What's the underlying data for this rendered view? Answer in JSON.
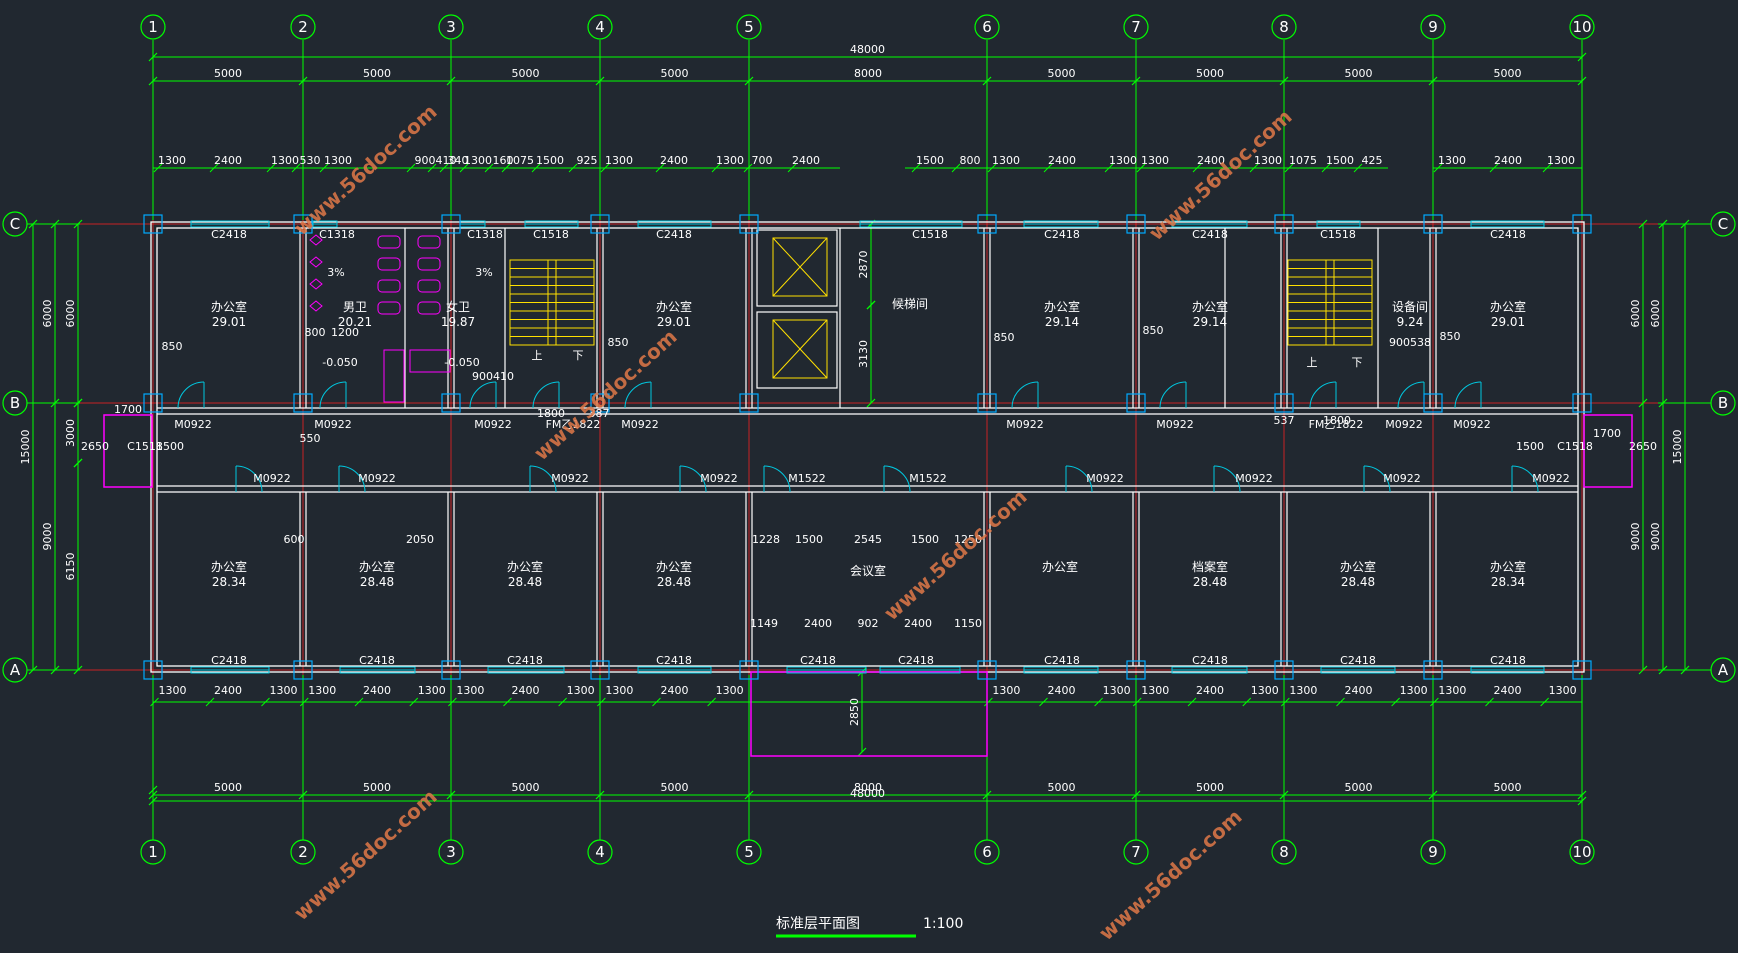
{
  "axes_cols": [
    {
      "label": "1"
    },
    {
      "label": "2"
    },
    {
      "label": "3"
    },
    {
      "label": "4"
    },
    {
      "label": "5"
    },
    {
      "label": "6"
    },
    {
      "label": "7"
    },
    {
      "label": "8"
    },
    {
      "label": "9"
    },
    {
      "label": "10"
    }
  ],
  "axes_rows": [
    {
      "label": "C"
    },
    {
      "label": "B"
    },
    {
      "label": "A"
    }
  ],
  "total_dim_top": "48000",
  "total_dim_bottom": "48000",
  "bays_top": [
    "5000",
    "5000",
    "5000",
    "5000",
    "8000",
    "5000",
    "5000",
    "5000",
    "5000"
  ],
  "bays_bottom": [
    "5000",
    "5000",
    "5000",
    "5000",
    "8000",
    "5000",
    "5000",
    "5000",
    "5000"
  ],
  "top_detail_dims": [
    "1300",
    "2400",
    "1300",
    "530",
    "1300",
    "900",
    "410",
    "340",
    "1300",
    "160",
    "1075",
    "1500",
    "925",
    "1300",
    "2400",
    "1300",
    "700",
    "2400",
    "1500",
    "800",
    "1300",
    "2400",
    "1300",
    "1300",
    "2400",
    "1300",
    "1075",
    "1500",
    "425",
    "1300",
    "2400",
    "1300"
  ],
  "bottom_detail_dims": [
    "1300",
    "2400",
    "1300",
    "1300",
    "2400",
    "1300",
    "1300",
    "2400",
    "1300",
    "1300",
    "2400",
    "1300",
    "1300",
    "2400",
    "1300",
    "1300",
    "2400",
    "1300",
    "1300",
    "2400",
    "1300",
    "1300",
    "2400",
    "1300"
  ],
  "vertical_dims": {
    "left_outer": "15000",
    "left_upper": "6000",
    "left_lower": "9000",
    "left_inner_upper": "6000",
    "left_mid": "3000",
    "left_inner_lower": "6150",
    "right_outer": "15000",
    "right_upper": "6000",
    "right_lower": "9000",
    "right_inner_upper": "6000",
    "right_inner_lower": "9000",
    "stair_top": "2870",
    "stair_bottom": "3130",
    "porch": "2850"
  },
  "rooms": [
    {
      "name": "办公室",
      "area": "29.01"
    },
    {
      "name": "男卫",
      "area": "20.21"
    },
    {
      "name": "女卫",
      "area": "19.87"
    },
    {
      "name": "办公室",
      "area": "29.01"
    },
    {
      "name": "候梯间",
      "area": ""
    },
    {
      "name": "办公室",
      "area": "29.14"
    },
    {
      "name": "办公室",
      "area": "29.14"
    },
    {
      "name": "设备间",
      "area": "9.24"
    },
    {
      "name": "办公室",
      "area": "29.01"
    },
    {
      "name": "办公室",
      "area": "28.34"
    },
    {
      "name": "办公室",
      "area": "28.48"
    },
    {
      "name": "办公室",
      "area": "28.48"
    },
    {
      "name": "办公室",
      "area": "28.48"
    },
    {
      "name": "会议室",
      "area": ""
    },
    {
      "name": "办公室",
      "area": ""
    },
    {
      "name": "档案室",
      "area": "28.48"
    },
    {
      "name": "办公室",
      "area": "28.48"
    },
    {
      "name": "办公室",
      "area": "28.34"
    }
  ],
  "window_labels_top": [
    "C2418",
    "C1318",
    "C1318",
    "C1518",
    "C2418",
    "C1518",
    "C2418",
    "C2418",
    "C1518",
    "C2418"
  ],
  "window_labels_bottom": [
    "C2418",
    "C2418",
    "C2418",
    "C2418",
    "C2418",
    "C2418",
    "C2418",
    "C2418",
    "C2418",
    "C2418"
  ],
  "door_labels_upper": [
    "M0922",
    "M0922",
    "M0922",
    "FM乙1822",
    "M0922",
    "M0922",
    "M0922",
    "FM乙1822",
    "M0922",
    "M0922"
  ],
  "door_labels_lower": [
    "M0922",
    "M0922",
    "M0922",
    "M0922",
    "M1522",
    "M1522",
    "M0922",
    "M0922",
    "M0922",
    "M0922"
  ],
  "misc_labels": {
    "slope1": "3%",
    "slope2": "3%",
    "elev1": "-0.050",
    "elev2": "-0.050",
    "stair_up1": "上",
    "stair_down1": "下",
    "stair_up2": "上",
    "stair_down2": "下",
    "side_window_left": "C1518",
    "side_window_right": "C1518",
    "end_dim_left": "1700",
    "end_dim_right": "1700",
    "end_h_left": "2650",
    "end_h_right": "2650",
    "end_w_left": "1500",
    "end_w_right": "1500",
    "d850a": "850",
    "d850b": "850",
    "d850c": "850",
    "d850d": "850",
    "d850e": "850",
    "d800": "800",
    "d1200": "1200",
    "d900_410": "900410",
    "d1800a": "1800",
    "d1800b": "1800",
    "d387": "387",
    "d537": "537",
    "d900538": "900538",
    "d550": "550",
    "d600": "600",
    "d2050": "2050",
    "d1228": "1228",
    "d1500a": "1500",
    "d2545": "2545",
    "d1500b": "1500",
    "d1250": "1250",
    "d1149": "1149",
    "d2400a": "2400",
    "d902": "902",
    "d2400b": "2400",
    "d1150": "1150"
  },
  "title": "标准层平面图",
  "scale": "1:100",
  "watermark": "www.56doc.com",
  "colors": {
    "background": "#212830",
    "axis": "#00ff00",
    "wall": "#ffffff",
    "grid_red": "#ff2020",
    "window": "#00c8e0",
    "toilet": "#ff00ff",
    "stair": "#ffe000",
    "column": "#00aaff"
  }
}
